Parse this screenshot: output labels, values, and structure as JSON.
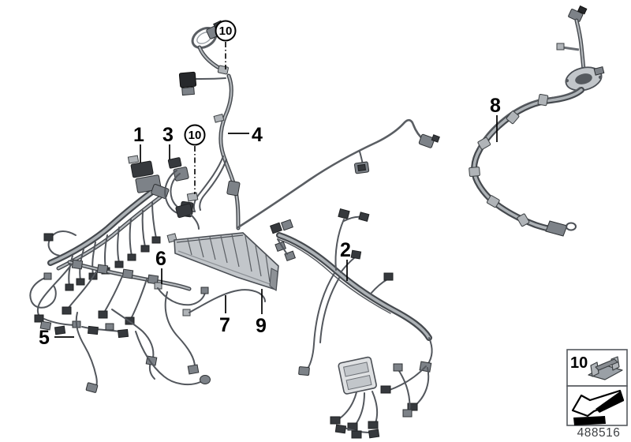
{
  "diagram": {
    "part_number": "488516",
    "colors": {
      "background": "#ffffff",
      "line": "#53575d",
      "line_light": "#adb2b6",
      "connector_dark": "#36393d",
      "connector_mid": "#7d8288",
      "label": "#000000",
      "part_number_text": "#3f4245"
    },
    "callouts": [
      {
        "id": "1",
        "label": "1",
        "style": "plain"
      },
      {
        "id": "2",
        "label": "2",
        "style": "plain"
      },
      {
        "id": "3",
        "label": "3",
        "style": "plain"
      },
      {
        "id": "4",
        "label": "4",
        "style": "plain"
      },
      {
        "id": "5",
        "label": "5",
        "style": "plain"
      },
      {
        "id": "6",
        "label": "6",
        "style": "plain"
      },
      {
        "id": "7",
        "label": "7",
        "style": "plain"
      },
      {
        "id": "8",
        "label": "8",
        "style": "plain"
      },
      {
        "id": "9",
        "label": "9",
        "style": "plain"
      },
      {
        "id": "10",
        "label": "10",
        "style": "circled"
      },
      {
        "id": "10",
        "label": "10",
        "style": "circled"
      }
    ],
    "legend": {
      "clip_item": {
        "label": "10",
        "icon": "cable-clip-icon"
      },
      "direction_item": {
        "icon": "direction-arrow-icon"
      }
    }
  }
}
